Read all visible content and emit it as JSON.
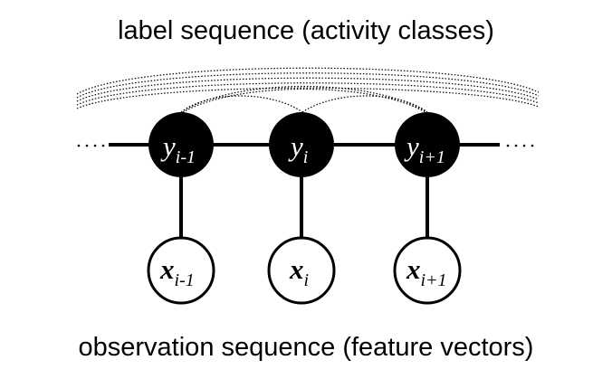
{
  "labels": {
    "top": "label sequence (activity classes)",
    "bottom": "observation sequence (feature vectors)"
  },
  "nodes": {
    "y_prev": {
      "var": "y",
      "sub": "i-1"
    },
    "y_cur": {
      "var": "y",
      "sub": "i"
    },
    "y_next": {
      "var": "y",
      "sub": "i+1"
    },
    "x_prev": {
      "var": "x",
      "sub": "i-1"
    },
    "x_cur": {
      "var": "x",
      "sub": "i"
    },
    "x_next": {
      "var": "x",
      "sub": "i+1"
    }
  },
  "colors": {
    "hidden_node": "#000000",
    "observed_node": "#ffffff",
    "edge": "#000000"
  }
}
